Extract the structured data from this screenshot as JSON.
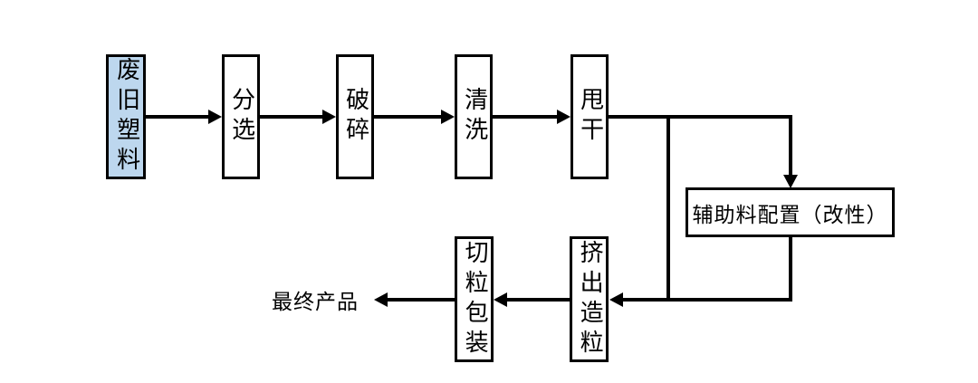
{
  "diagram": {
    "type": "flowchart",
    "description": "waste plastic recycling process flow",
    "nodes": [
      {
        "id": "waste-plastic",
        "label": "废旧塑料",
        "shape": "box",
        "fill": "#BDD7EE",
        "text_direction": "vertical"
      },
      {
        "id": "sorting",
        "label": "分选",
        "shape": "box",
        "fill": "#FFFFFF",
        "text_direction": "vertical"
      },
      {
        "id": "crushing",
        "label": "破碎",
        "shape": "box",
        "fill": "#FFFFFF",
        "text_direction": "vertical"
      },
      {
        "id": "washing",
        "label": "清洗",
        "shape": "box",
        "fill": "#FFFFFF",
        "text_direction": "vertical"
      },
      {
        "id": "spin-drying",
        "label": "甩干",
        "shape": "box",
        "fill": "#FFFFFF",
        "text_direction": "vertical"
      },
      {
        "id": "auxiliary-material",
        "label": "辅助料配置（改性）",
        "shape": "box",
        "fill": "#FFFFFF",
        "text_direction": "horizontal"
      },
      {
        "id": "extrusion-granulation",
        "label": "挤出造粒",
        "shape": "box",
        "fill": "#FFFFFF",
        "text_direction": "vertical"
      },
      {
        "id": "pelletizing-packaging",
        "label": "切粒包装",
        "shape": "box",
        "fill": "#FFFFFF",
        "text_direction": "vertical"
      },
      {
        "id": "final-product",
        "label": "最终产品",
        "shape": "text",
        "fill": "none",
        "text_direction": "horizontal"
      }
    ],
    "edges": [
      {
        "from": "waste-plastic",
        "to": "sorting"
      },
      {
        "from": "sorting",
        "to": "crushing"
      },
      {
        "from": "crushing",
        "to": "washing"
      },
      {
        "from": "washing",
        "to": "spin-drying"
      },
      {
        "from": "spin-drying",
        "to": "auxiliary-material"
      },
      {
        "from": "spin-drying",
        "to": "extrusion-granulation"
      },
      {
        "from": "auxiliary-material",
        "to": "extrusion-granulation"
      },
      {
        "from": "extrusion-granulation",
        "to": "pelletizing-packaging"
      },
      {
        "from": "pelletizing-packaging",
        "to": "final-product"
      }
    ],
    "colors": {
      "line": "#000000",
      "box_border": "#000000",
      "box_fill": "#FFFFFF",
      "highlight_fill": "#BDD7EE",
      "background": "#FFFFFF"
    }
  }
}
